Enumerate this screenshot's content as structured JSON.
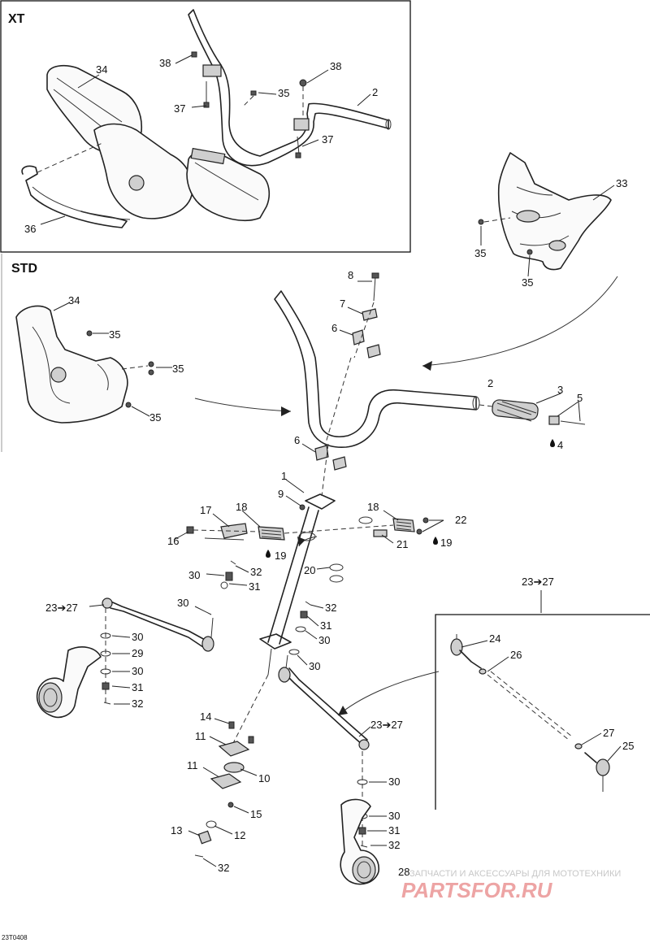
{
  "sections": {
    "xt": "XT",
    "std": "STD"
  },
  "callouts": {
    "xt_34": "34",
    "xt_38a": "38",
    "xt_38b": "38",
    "xt_35": "35",
    "xt_2": "2",
    "xt_37a": "37",
    "xt_37b": "37",
    "xt_36": "36",
    "g33": "33",
    "g35a": "35",
    "g35b": "35",
    "s34": "34",
    "s35a": "35",
    "s35b": "35",
    "s35c": "35",
    "s8": "8",
    "s7": "7",
    "s6a": "6",
    "s2": "2",
    "s3": "3",
    "s5": "5",
    "s4": "4",
    "s6b": "6",
    "s1": "1",
    "s9": "9",
    "s17": "17",
    "s18a": "18",
    "s16": "16",
    "s19a": "19",
    "s18b": "18",
    "s22": "22",
    "s21": "21",
    "s19b": "19",
    "s20": "20",
    "s30a": "30",
    "s32a": "32",
    "s31a": "31",
    "s2327a": "23➔27",
    "s30b": "30",
    "s32b": "32",
    "s31b": "31",
    "s30c": "30",
    "s29": "29",
    "s30d": "30",
    "s30e": "30",
    "s31c": "31",
    "s32c": "32",
    "s14": "14",
    "s11a": "11",
    "s11b": "11",
    "s10": "10",
    "s15": "15",
    "s13": "13",
    "s12": "12",
    "s32d": "32",
    "s2327b": "23➔27",
    "s30f": "30",
    "s30g": "30",
    "s31d": "31",
    "s32e": "32",
    "s28": "28",
    "d2327": "23➔27",
    "d24": "24",
    "d26": "26",
    "d27": "27",
    "d25": "25"
  },
  "watermark": {
    "tagline": "ЗАПЧАСТИ И АКСЕССУАРЫ ДЛЯ МОТОТЕХНИКИ",
    "logo": "PARTSFOR.RU"
  },
  "figure_code": "23T0408"
}
